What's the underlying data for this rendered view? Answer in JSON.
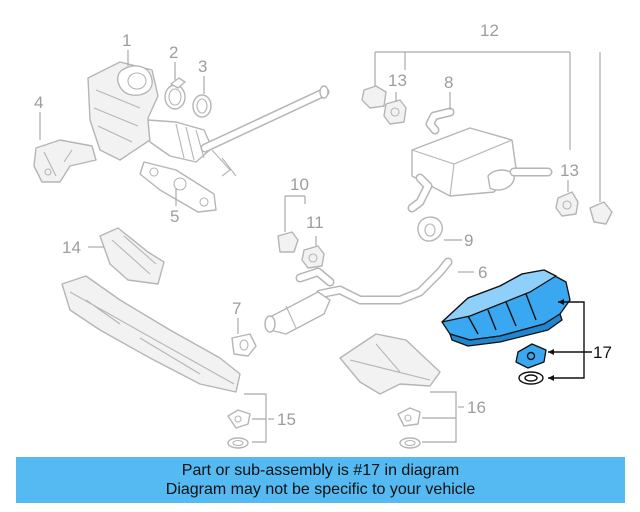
{
  "diagram": {
    "callouts": {
      "c1": "1",
      "c2": "2",
      "c3": "3",
      "c4": "4",
      "c5": "5",
      "c6": "6",
      "c7": "7",
      "c8": "8",
      "c9": "9",
      "c10": "10",
      "c11": "11",
      "c12": "12",
      "c13a": "13",
      "c13b": "13",
      "c14": "14",
      "c15": "15",
      "c16": "16",
      "c17": "17"
    },
    "highlighted_part": "17",
    "highlight_color": "#3aa8f0",
    "banner_color": "#55b9f2"
  },
  "banner": {
    "line1": "Part or sub-assembly is #17 in diagram",
    "line2": "Diagram may not be specific to your vehicle"
  }
}
